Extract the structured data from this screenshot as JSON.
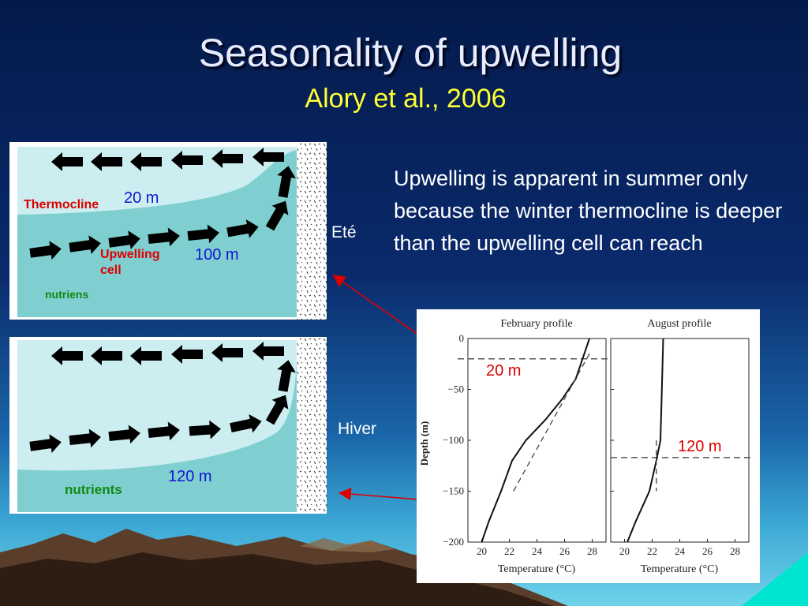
{
  "slide": {
    "title": "Seasonality of upwelling",
    "subtitle": "Alory et al., 2006",
    "body": "Upwelling is apparent in summer only because the winter thermocline is deeper than the upwelling cell can reach"
  },
  "diagram_summer": {
    "season": "Eté",
    "thermocline_label": "Thermocline",
    "depth_top": "20 m",
    "upwelling_label": "Upwelling cell",
    "depth_cell": "100 m",
    "nutrients_label": "nutriens"
  },
  "diagram_winter": {
    "season": "Hiver",
    "depth": "120 m",
    "nutrients_label": "nutrients"
  },
  "profile_chart": {
    "left_panel_title": "February profile",
    "right_panel_title": "August profile",
    "ylabel": "Depth (m)",
    "xlabel": "Temperature (°C)",
    "yticks": [
      "0",
      "−50",
      "−100",
      "−150",
      "−200"
    ],
    "xticks": [
      "20",
      "22",
      "24",
      "26",
      "28"
    ],
    "feb_annotation": "20 m",
    "aug_annotation": "120 m"
  },
  "colors": {
    "title": "#e8ecff",
    "subtitle": "#ffff33",
    "red_label": "#dd0000",
    "blue_label": "#1515d0",
    "green_label": "#118811",
    "water_light": "#cdeef0",
    "water_dark": "#7fcfd0"
  },
  "chart_data": {
    "type": "line",
    "xlabel": "Temperature (°C)",
    "ylabel": "Depth (m)",
    "xlim": [
      19,
      29
    ],
    "ylim": [
      -200,
      0
    ],
    "panels": [
      {
        "title": "February profile",
        "series": [
          {
            "style": "solid",
            "points": [
              [
                27.8,
                0
              ],
              [
                27.3,
                -20
              ],
              [
                26.8,
                -40
              ],
              [
                25.8,
                -60
              ],
              [
                24.6,
                -80
              ],
              [
                23.2,
                -100
              ],
              [
                22.2,
                -120
              ],
              [
                21.4,
                -150
              ],
              [
                20.5,
                -180
              ],
              [
                20.0,
                -200
              ]
            ]
          },
          {
            "style": "dashed",
            "points": [
              [
                27.8,
                -15
              ],
              [
                22.3,
                -150
              ]
            ]
          }
        ],
        "reference_depth": -20,
        "annotation": "20 m"
      },
      {
        "title": "August profile",
        "series": [
          {
            "style": "solid",
            "points": [
              [
                22.8,
                0
              ],
              [
                22.7,
                -50
              ],
              [
                22.6,
                -100
              ],
              [
                22.3,
                -120
              ],
              [
                21.8,
                -150
              ],
              [
                20.8,
                -180
              ],
              [
                20.2,
                -200
              ]
            ]
          },
          {
            "style": "dashed",
            "points": [
              [
                22.3,
                -100
              ],
              [
                22.3,
                -150
              ]
            ]
          }
        ],
        "reference_depth": -117,
        "annotation": "120 m"
      }
    ]
  }
}
